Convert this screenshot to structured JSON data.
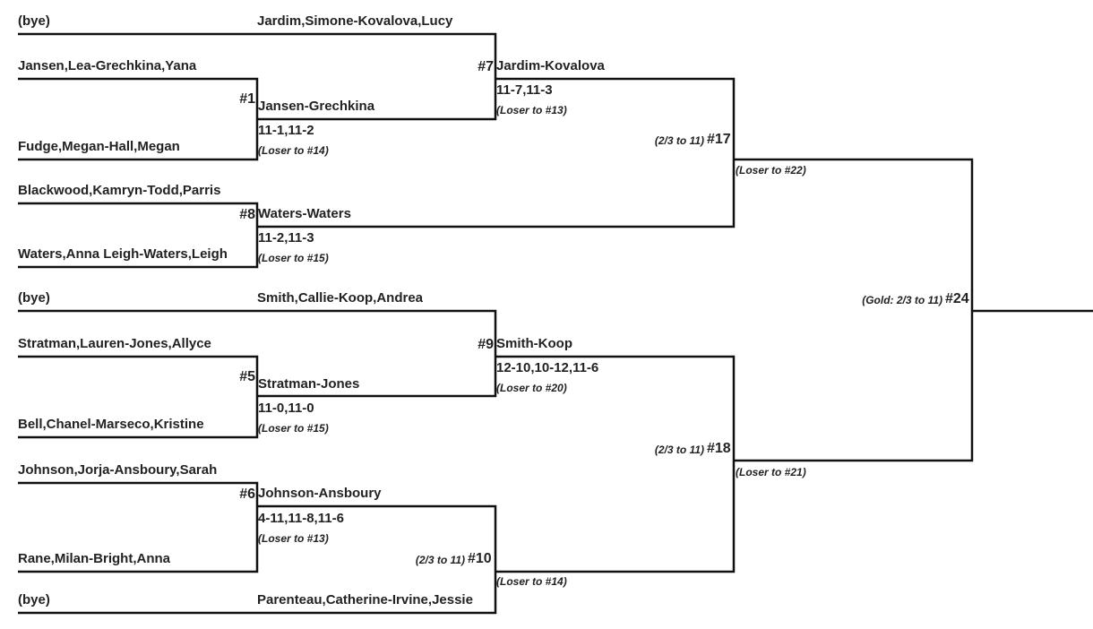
{
  "entries": {
    "bye_top": "(bye)",
    "jardim_kovalova_seed": "Jardim,Simone-Kovalova,Lucy",
    "jansen_grechkina_entry": "Jansen,Lea-Grechkina,Yana",
    "fudge_hall_entry": "Fudge,Megan-Hall,Megan",
    "blackwood_todd_entry": "Blackwood,Kamryn-Todd,Parris",
    "waters_waters_entry": "Waters,Anna Leigh-Waters,Leigh",
    "bye_mid": "(bye)",
    "smith_koop_seed": "Smith,Callie-Koop,Andrea",
    "stratman_jones_entry": "Stratman,Lauren-Jones,Allyce",
    "bell_marseco_entry": "Bell,Chanel-Marseco,Kristine",
    "johnson_ansboury_entry": "Johnson,Jorja-Ansboury,Sarah",
    "rane_bright_entry": "Rane,Milan-Bright,Anna",
    "bye_bottom": "(bye)",
    "parenteau_irvine_seed": "Parenteau,Catherine-Irvine,Jessie"
  },
  "matches": {
    "m1": {
      "num": "#1",
      "winner": "Jansen-Grechkina",
      "score": "11-1,11-2",
      "loser": "(Loser to #14)"
    },
    "m8": {
      "num": "#8",
      "winner": "Waters-Waters",
      "score": "11-2,11-3",
      "loser": "(Loser to #15)"
    },
    "m7": {
      "num": "#7",
      "winner": "Jardim-Kovalova",
      "score": "11-7,11-3",
      "loser": "(Loser to #13)"
    },
    "m17": {
      "num": "#17",
      "format": "(2/3 to 11)",
      "loser": "(Loser to #22)"
    },
    "m5": {
      "num": "#5",
      "winner": "Stratman-Jones",
      "score": "11-0,11-0",
      "loser": "(Loser to #15)"
    },
    "m9": {
      "num": "#9",
      "winner": "Smith-Koop",
      "score": "12-10,10-12,11-6",
      "loser": "(Loser to #20)"
    },
    "m6": {
      "num": "#6",
      "winner": "Johnson-Ansboury",
      "score": "4-11,11-8,11-6",
      "loser": "(Loser to #13)"
    },
    "m10": {
      "num": "#10",
      "format": "(2/3 to 11)",
      "loser": "(Loser to #14)"
    },
    "m18": {
      "num": "#18",
      "format": "(2/3 to 11)",
      "loser": "(Loser to #21)"
    },
    "m24": {
      "num": "#24",
      "format": "(Gold: 2/3 to 11)"
    }
  }
}
